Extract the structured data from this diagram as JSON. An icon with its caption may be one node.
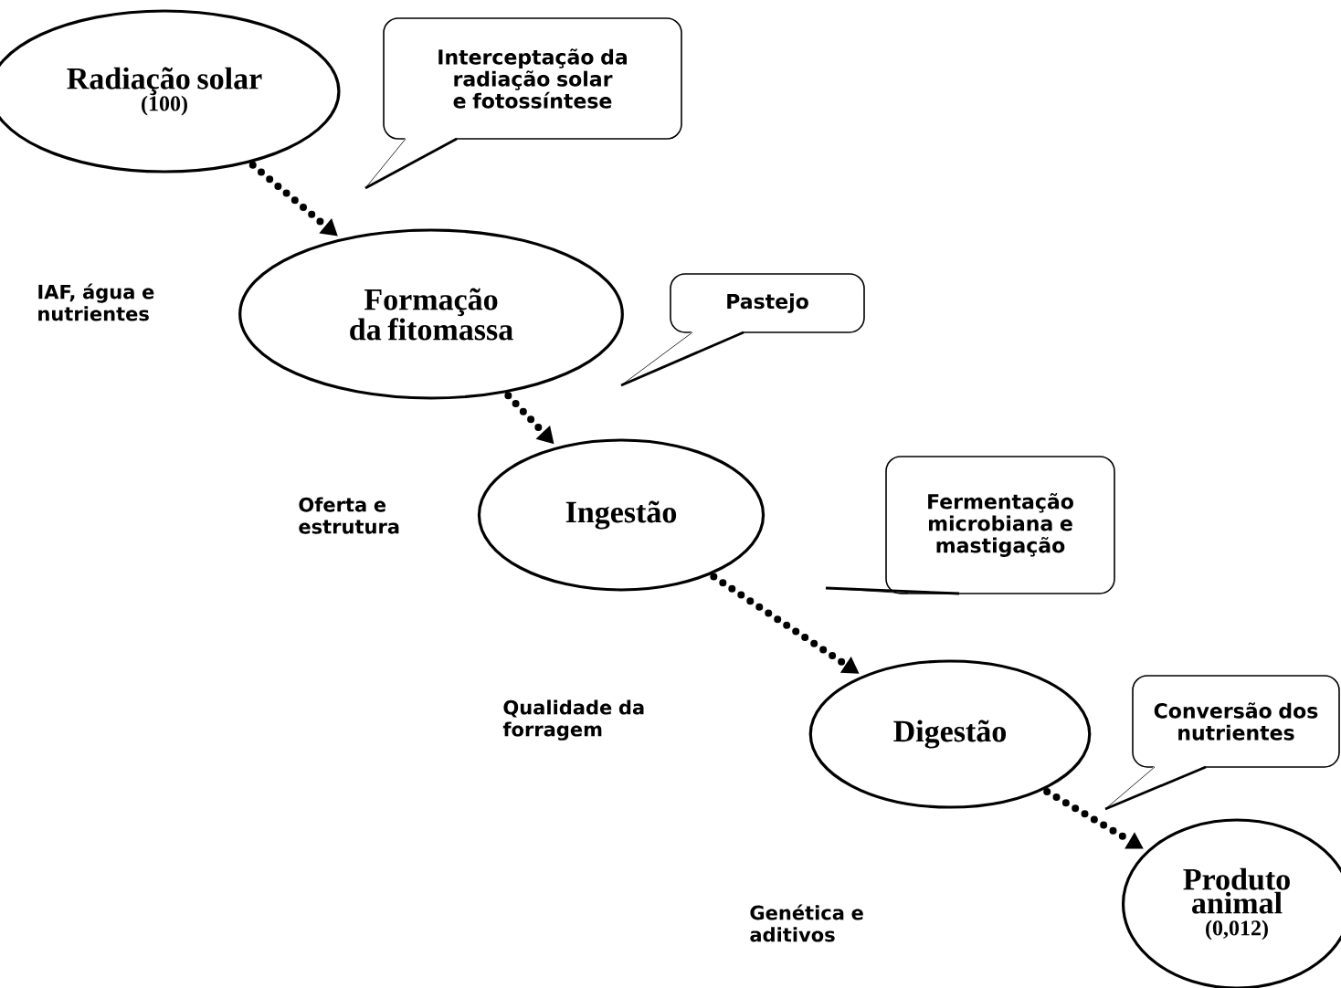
{
  "diagram": {
    "nodes": [
      {
        "text": [
          "Radiação solar",
          "(100)"
        ]
      },
      {
        "text": [
          "Interceptação da radiação solar e fotossíntese"
        ]
      },
      {
        "text": [
          "Formação da fitomassa"
        ]
      },
      {
        "text": [
          "Pastejo"
        ]
      },
      {
        "text": [
          "Ingestão"
        ]
      },
      {
        "text": [
          "Fermentação microbiana e mastigação"
        ]
      },
      {
        "text": [
          "Digestão"
        ]
      },
      {
        "text": [
          "Conversão dos nutrientes"
        ]
      },
      {
        "text": [
          "Produto animal",
          "(0,012)"
        ]
      }
    ],
    "edges": [
      {
        "from": 0,
        "to": 2,
        "arrow": "to"
      },
      {
        "from": 2,
        "to": 4,
        "arrow": "to"
      },
      {
        "from": 4,
        "to": 6,
        "arrow": "to"
      },
      {
        "from": 6,
        "to": 8,
        "arrow": "to"
      }
    ],
    "labels": [
      "IAF, água e nutrientes",
      "Oferta e estrutura",
      "Qualidade da forragem",
      "Genética e aditivos"
    ]
  }
}
